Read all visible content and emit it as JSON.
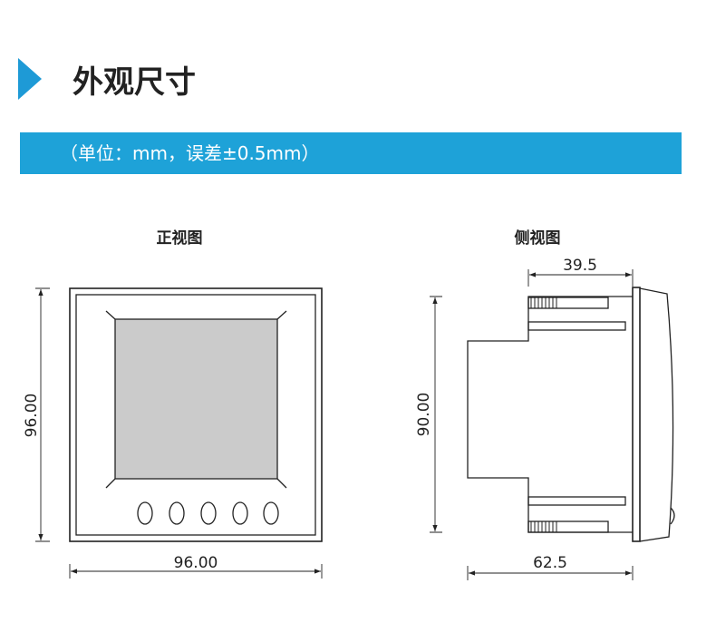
{
  "header": {
    "title": "外观尺寸",
    "note": "（单位：mm，误差±0.5mm）"
  },
  "front_view": {
    "label": "正视图",
    "width": "96.00",
    "height": "96.00"
  },
  "side_view": {
    "label": "侧视图",
    "depth_rear": "39.5",
    "depth_total": "62.5",
    "height": "90.00"
  },
  "colors": {
    "accent": "#1ea2d8"
  }
}
